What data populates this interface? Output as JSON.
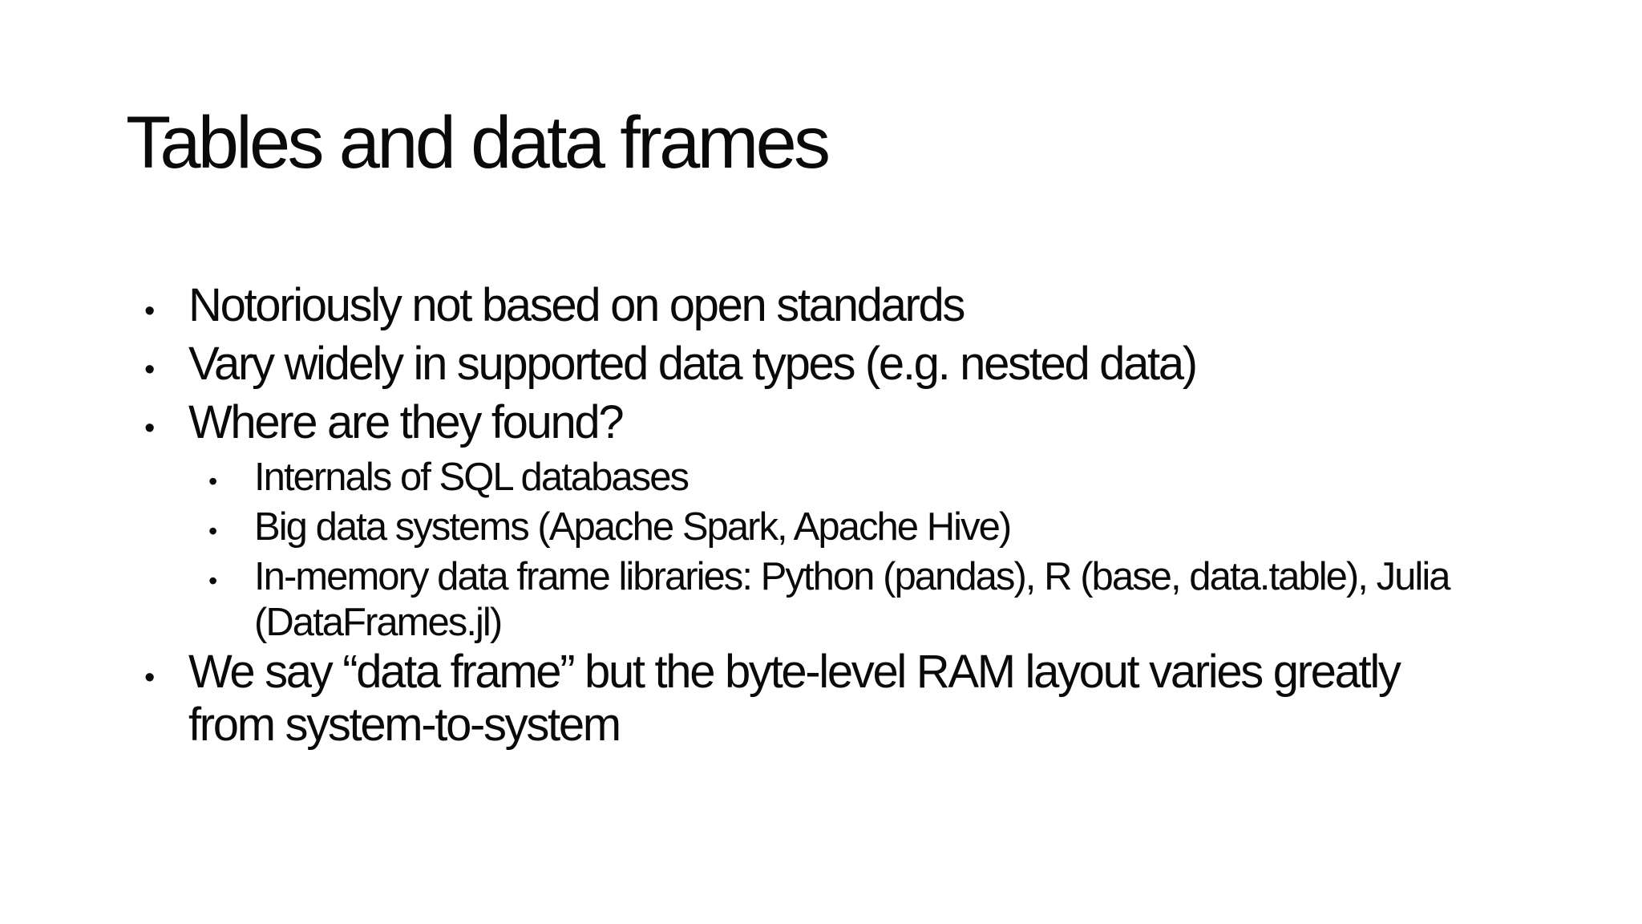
{
  "slide": {
    "title": "Tables and data frames",
    "bullet_glyph": "•",
    "colors": {
      "background": "#ffffff",
      "text": "#0a0a0a"
    },
    "bullets": [
      {
        "level": 1,
        "lines": [
          "Notoriously not based on open standards"
        ]
      },
      {
        "level": 1,
        "lines": [
          "Vary widely in supported data types (e.g. nested data)"
        ]
      },
      {
        "level": 1,
        "lines": [
          "Where are they found?"
        ]
      },
      {
        "level": 2,
        "lines": [
          "Internals of SQL databases"
        ]
      },
      {
        "level": 2,
        "lines": [
          "Big data systems (Apache Spark, Apache Hive)"
        ]
      },
      {
        "level": 2,
        "lines": [
          "In-memory data frame libraries: Python (pandas), R (base, data.table), Julia",
          "(DataFrames.jl)"
        ]
      },
      {
        "level": 1,
        "lines": [
          "We say “data frame” but the byte-level RAM layout varies greatly",
          "from system-to-system"
        ]
      }
    ]
  }
}
